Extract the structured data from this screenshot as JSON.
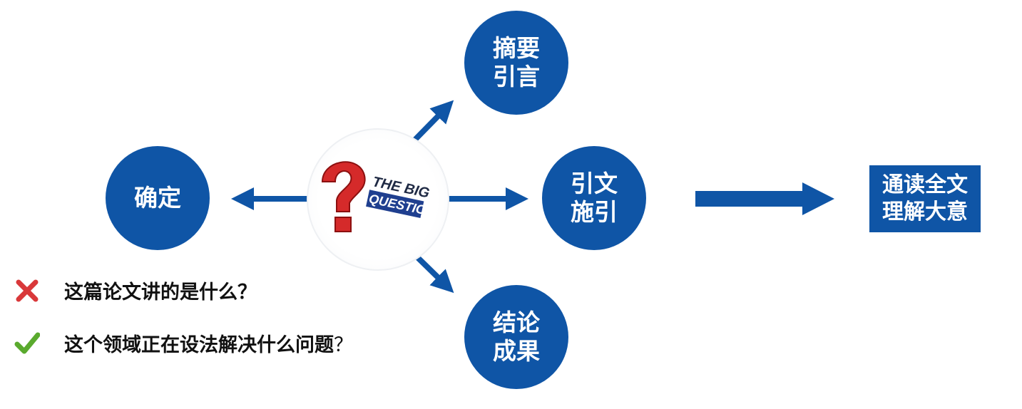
{
  "center": {
    "graphic_text_1": "THE BIG",
    "graphic_text_2": "QUESTION"
  },
  "nodes": {
    "queding": [
      "确定"
    ],
    "zhaiyao": [
      "摘要",
      "引言"
    ],
    "yinwen": [
      "引文",
      "施引"
    ],
    "jielun": [
      "结论",
      "成果"
    ]
  },
  "result_box": [
    "通读全文",
    "理解大意"
  ],
  "questions": [
    {
      "icon": "cross-icon",
      "text": "这篇论文讲的是什么？",
      "mark": ""
    },
    {
      "icon": "check-icon",
      "text": "这个领域正在设法解决什么问题",
      "mark": "？"
    }
  ],
  "colors": {
    "node_blue": "#0f55a6",
    "arrow_blue": "#0f55a6",
    "cross_red": "#d9383a",
    "check_green": "#5aaa2e",
    "question_red": "#d52a2a"
  }
}
